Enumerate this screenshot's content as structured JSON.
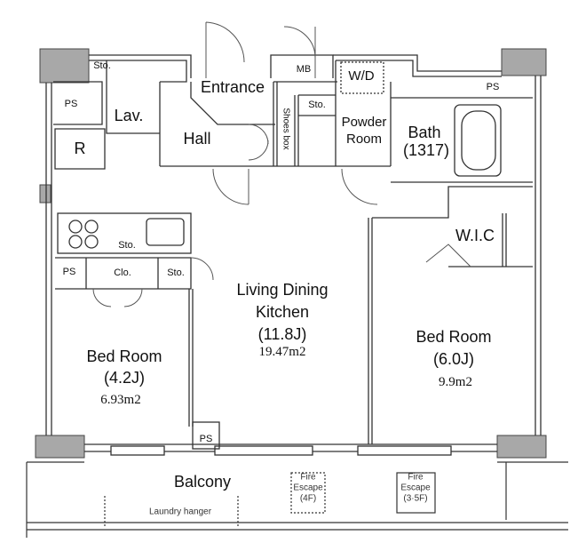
{
  "rooms": {
    "sto_lav": "Sto.",
    "lav": "Lav.",
    "ps_top_left": "PS",
    "r": "R",
    "entrance": "Entrance",
    "mb": "MB",
    "wd": "W/D",
    "sto_entrance": "Sto.",
    "shoes_box": "Shoes box",
    "powder_room_1": "Powder",
    "powder_room_2": "Room",
    "ps_top_right": "PS",
    "bath_1": "Bath",
    "bath_2": "(1317)",
    "hall": "Hall",
    "sto_kitchen": "Sto.",
    "ps_mid_left": "PS",
    "clo": "Clo.",
    "sto_mid": "Sto.",
    "wic": "W.I.C",
    "ldk_1": "Living Dining",
    "ldk_2": "Kitchen",
    "ldk_3": "(11.8J)",
    "ldk_area": "19.47m2",
    "bed1_1": "Bed Room",
    "bed1_2": "(4.2J)",
    "bed1_area": "6.93m2",
    "bed2_1": "Bed Room",
    "bed2_2": "(6.0J)",
    "bed2_area": "9.9m2",
    "ps_bottom": "PS",
    "balcony": "Balcony",
    "fire_escape_4f_1": "Fire",
    "fire_escape_4f_2": "Escape",
    "fire_escape_4f_3": "(4F)",
    "fire_escape_35f_1": "Fire",
    "fire_escape_35f_2": "Escape",
    "fire_escape_35f_3": "(3·5F)",
    "laundry_hanger": "Laundry hanger"
  },
  "colors": {
    "wall": "#9a9a9a",
    "line": "#333333"
  }
}
